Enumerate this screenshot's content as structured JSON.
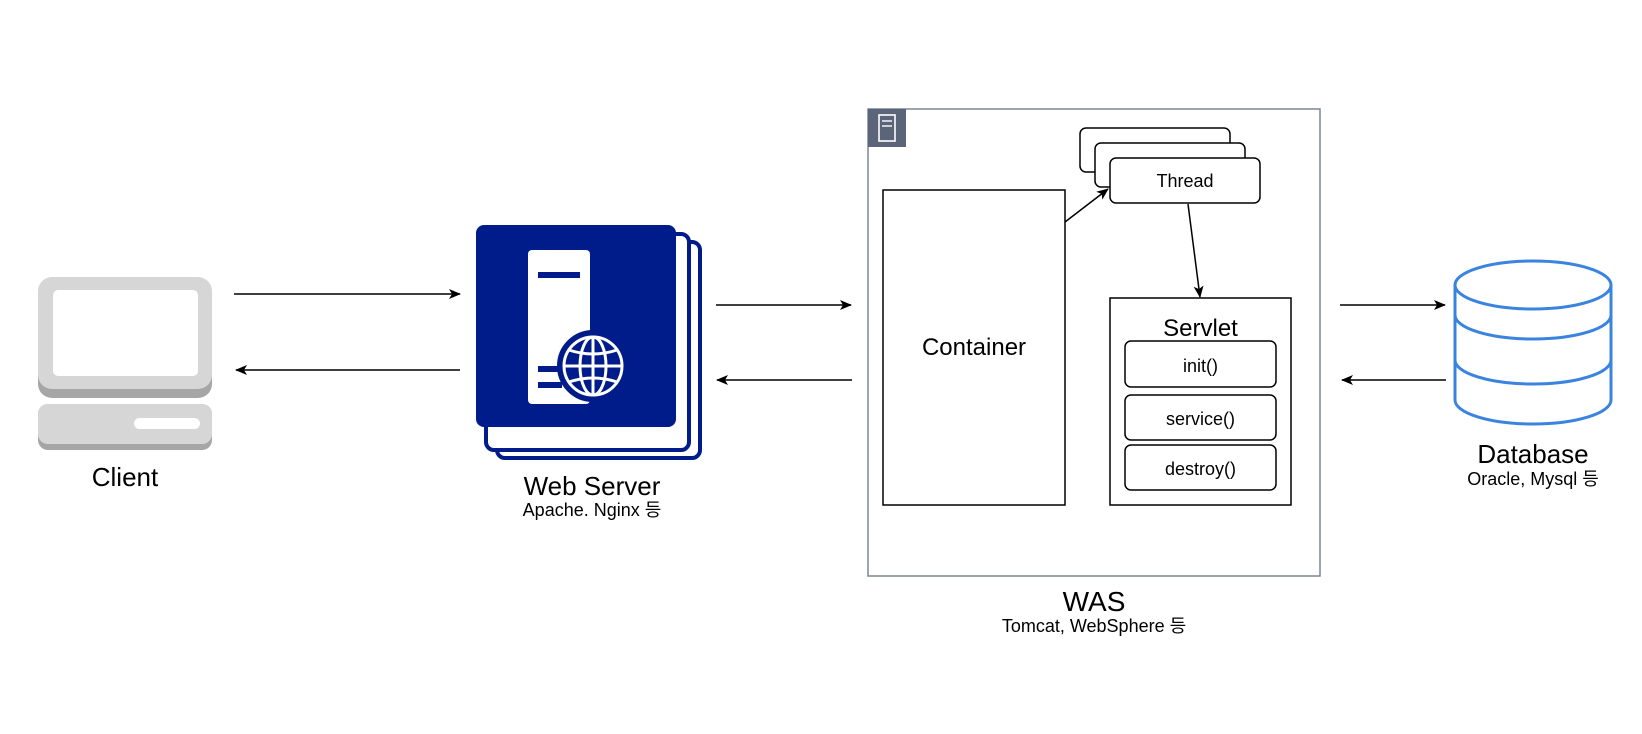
{
  "nodes": {
    "client": {
      "label": "Client"
    },
    "web_server": {
      "label": "Web Server",
      "sublabel": "Apache. Nginx 등"
    },
    "was": {
      "label": "WAS",
      "sublabel": "Tomcat, WebSphere 등"
    },
    "container": {
      "label": "Container"
    },
    "thread": {
      "label": "Thread"
    },
    "servlet": {
      "label": "Servlet",
      "methods": [
        "init()",
        "service()",
        "destroy()"
      ]
    },
    "database": {
      "label": "Database",
      "sublabel": "Oracle, Mysql 등"
    }
  },
  "colors": {
    "web_server_blue": "#001b8a",
    "database_blue": "#3a84e0",
    "client_gray": "#d6d6d6",
    "client_dark_gray": "#a6a6a6",
    "was_border": "#7b8595",
    "was_icon_bg": "#5a6579",
    "line": "#000000"
  },
  "icons": {
    "client": "computer-icon",
    "web_server": "web-server-icon",
    "database": "database-icon",
    "was": "server-icon"
  }
}
